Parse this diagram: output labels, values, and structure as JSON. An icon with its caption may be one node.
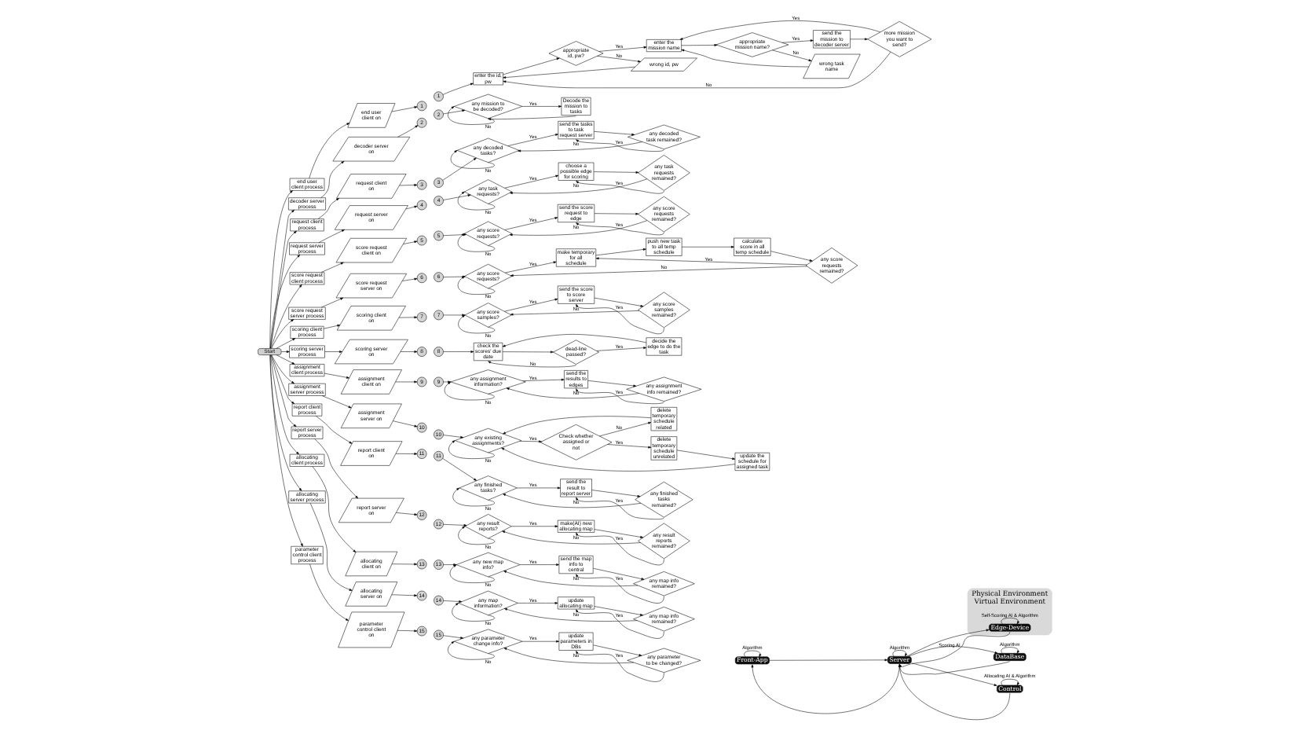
{
  "diagram": {
    "nodes": [
      {
        "text": [
          "Start"
        ]
      },
      {
        "text": [
          "end user client process"
        ]
      },
      {
        "text": [
          "decoder server process"
        ]
      },
      {
        "text": [
          "request client process"
        ]
      },
      {
        "text": [
          "request server process"
        ]
      },
      {
        "text": [
          "score request client process"
        ]
      },
      {
        "text": [
          "score request server process"
        ]
      },
      {
        "text": [
          "scoring client process"
        ]
      },
      {
        "text": [
          "scoring server process"
        ]
      },
      {
        "text": [
          "assignment client process"
        ]
      },
      {
        "text": [
          "assignment server process"
        ]
      },
      {
        "text": [
          "report client process"
        ]
      },
      {
        "text": [
          "report server process"
        ]
      },
      {
        "text": [
          "allocating client process"
        ]
      },
      {
        "text": [
          "allocating server process"
        ]
      },
      {
        "text": [
          "parameter control client process"
        ]
      },
      {
        "text": [
          "end user client on"
        ]
      },
      {
        "text": [
          "decoder server on"
        ]
      },
      {
        "text": [
          "request client on"
        ]
      },
      {
        "text": [
          "request server on"
        ]
      },
      {
        "text": [
          "score request client on"
        ]
      },
      {
        "text": [
          "score request server on"
        ]
      },
      {
        "text": [
          "scoring client on"
        ]
      },
      {
        "text": [
          "scoring server on"
        ]
      },
      {
        "text": [
          "assignment client on"
        ]
      },
      {
        "text": [
          "assignment server on"
        ]
      },
      {
        "text": [
          "report client on"
        ]
      },
      {
        "text": [
          "report server on"
        ]
      },
      {
        "text": [
          "allocating client on"
        ]
      },
      {
        "text": [
          "allocating server on"
        ]
      },
      {
        "text": [
          "parameter control client on"
        ]
      },
      {
        "text": [
          "1"
        ]
      },
      {
        "text": [
          "2"
        ]
      },
      {
        "text": [
          "3"
        ]
      },
      {
        "text": [
          "4"
        ]
      },
      {
        "text": [
          "5"
        ]
      },
      {
        "text": [
          "6"
        ]
      },
      {
        "text": [
          "7"
        ]
      },
      {
        "text": [
          "8"
        ]
      },
      {
        "text": [
          "9"
        ]
      },
      {
        "text": [
          "10"
        ]
      },
      {
        "text": [
          "11"
        ]
      },
      {
        "text": [
          "12"
        ]
      },
      {
        "text": [
          "13"
        ]
      },
      {
        "text": [
          "14"
        ]
      },
      {
        "text": [
          "15"
        ]
      },
      {
        "text": [
          "1"
        ]
      },
      {
        "text": [
          "enter the id, pw"
        ]
      },
      {
        "text": [
          "appropriate id, pw?"
        ]
      },
      {
        "text": [
          "wrong id, pw"
        ]
      },
      {
        "text": [
          "enter the mission name"
        ]
      },
      {
        "text": [
          "appropriate mission name?"
        ]
      },
      {
        "text": [
          "wrong task name"
        ]
      },
      {
        "text": [
          "send the mission to decoder server"
        ]
      },
      {
        "text": [
          "more mission you want to send?"
        ]
      },
      {
        "text": [
          "2"
        ]
      },
      {
        "text": [
          "any mission to be decoded?"
        ]
      },
      {
        "text": [
          "Decode the mission to tasks"
        ]
      },
      {
        "text": [
          "3"
        ]
      },
      {
        "text": [
          "any decoded tasks?"
        ]
      },
      {
        "text": [
          "send the tasks to task request server"
        ]
      },
      {
        "text": [
          "any decoded task remained?"
        ]
      },
      {
        "text": [
          "4"
        ]
      },
      {
        "text": [
          "any task requests?"
        ]
      },
      {
        "text": [
          "choose a possible edge for scoring"
        ]
      },
      {
        "text": [
          "any task requests remained?"
        ]
      },
      {
        "text": [
          "5"
        ]
      },
      {
        "text": [
          "any score requests?"
        ]
      },
      {
        "text": [
          "send the score request to edge"
        ]
      },
      {
        "text": [
          "any score requests remained?"
        ]
      },
      {
        "text": [
          "6"
        ]
      },
      {
        "text": [
          "any score requests?"
        ]
      },
      {
        "text": [
          "make temporary for all schedule"
        ]
      },
      {
        "text": [
          "push new task to all temp schedule"
        ]
      },
      {
        "text": [
          "calculate score in all temp schedule"
        ]
      },
      {
        "text": [
          "any score requests remained?"
        ]
      },
      {
        "text": [
          "7"
        ]
      },
      {
        "text": [
          "any score samples?"
        ]
      },
      {
        "text": [
          "send the score to score server"
        ]
      },
      {
        "text": [
          "any score samples remained?"
        ]
      },
      {
        "text": [
          "8"
        ]
      },
      {
        "text": [
          "check the scores' due date"
        ]
      },
      {
        "text": [
          "dead-line passed?"
        ]
      },
      {
        "text": [
          "decide the edge to do the task"
        ]
      },
      {
        "text": [
          "9"
        ]
      },
      {
        "text": [
          "any assignment information?"
        ]
      },
      {
        "text": [
          "send the results to edges"
        ]
      },
      {
        "text": [
          "any assignment info remained?"
        ]
      },
      {
        "text": [
          "10"
        ]
      },
      {
        "text": [
          "any existing assignments?"
        ]
      },
      {
        "text": [
          "Check whether assigned or not"
        ]
      },
      {
        "text": [
          "delete temporary schedule unrelated"
        ]
      },
      {
        "text": [
          "update the schedule for assigned task"
        ]
      },
      {
        "text": [
          "delete temporary schedule related"
        ]
      },
      {
        "text": [
          "11"
        ]
      },
      {
        "text": [
          "any finished tasks?"
        ]
      },
      {
        "text": [
          "send the result to report server"
        ]
      },
      {
        "text": [
          "any finished tasks remained?"
        ]
      },
      {
        "text": [
          "12"
        ]
      },
      {
        "text": [
          "any result reports?"
        ]
      },
      {
        "text": [
          "make(AI) new allocating map"
        ]
      },
      {
        "text": [
          "any result reports remained?"
        ]
      },
      {
        "text": [
          "13"
        ]
      },
      {
        "text": [
          "any new map info?"
        ]
      },
      {
        "text": [
          "send the map info to central"
        ]
      },
      {
        "text": [
          "any map info remained?"
        ]
      },
      {
        "text": [
          "14"
        ]
      },
      {
        "text": [
          "any map information?"
        ]
      },
      {
        "text": [
          "update allocating map"
        ]
      },
      {
        "text": [
          "any map info remained?"
        ]
      },
      {
        "text": [
          "15"
        ]
      },
      {
        "text": [
          "any parameter change info?"
        ]
      },
      {
        "text": [
          "update parameters in DBs"
        ]
      },
      {
        "text": [
          "any parameter to be changed?"
        ]
      },
      {
        "text": [
          "Physical Environment",
          "Virtual Environment"
        ]
      },
      {
        "text": [
          "Control"
        ]
      },
      {
        "text": [
          "Server"
        ]
      },
      {
        "text": [
          "Front-App"
        ]
      },
      {
        "text": [
          "DataBase"
        ]
      },
      {
        "text": [
          "Edge-Device"
        ],
        "in": 114
      }
    ],
    "edges": [
      {
        "from": 0,
        "to": 1,
        "arrow": "to"
      },
      {
        "from": 0,
        "to": 2,
        "arrow": "to"
      },
      {
        "from": 0,
        "to": 3,
        "arrow": "to"
      },
      {
        "from": 0,
        "to": 4,
        "arrow": "to"
      },
      {
        "from": 0,
        "to": 5,
        "arrow": "to"
      },
      {
        "from": 0,
        "to": 6,
        "arrow": "to"
      },
      {
        "from": 0,
        "to": 7,
        "arrow": "to"
      },
      {
        "from": 0,
        "to": 8,
        "arrow": "to"
      },
      {
        "from": 0,
        "to": 9,
        "arrow": "to"
      },
      {
        "from": 0,
        "to": 10,
        "arrow": "to"
      },
      {
        "from": 0,
        "to": 11,
        "arrow": "to"
      },
      {
        "from": 0,
        "to": 12,
        "arrow": "to"
      },
      {
        "from": 0,
        "to": 13,
        "arrow": "to"
      },
      {
        "from": 0,
        "to": 14,
        "arrow": "to"
      },
      {
        "from": 0,
        "to": 15,
        "arrow": "to"
      },
      {
        "from": 1,
        "to": 16,
        "arrow": "to"
      },
      {
        "from": 2,
        "to": 17,
        "arrow": "to"
      },
      {
        "from": 3,
        "to": 18,
        "arrow": "to"
      },
      {
        "from": 4,
        "to": 19,
        "arrow": "to"
      },
      {
        "from": 5,
        "to": 20,
        "arrow": "to"
      },
      {
        "from": 6,
        "to": 21,
        "arrow": "to"
      },
      {
        "from": 7,
        "to": 22,
        "arrow": "to"
      },
      {
        "from": 8,
        "to": 23,
        "arrow": "to"
      },
      {
        "from": 9,
        "to": 24,
        "arrow": "to"
      },
      {
        "from": 10,
        "to": 25,
        "arrow": "to"
      },
      {
        "from": 11,
        "to": 26,
        "arrow": "to"
      },
      {
        "from": 12,
        "to": 27,
        "arrow": "to"
      },
      {
        "from": 13,
        "to": 28,
        "arrow": "to"
      },
      {
        "from": 14,
        "to": 29,
        "arrow": "to"
      },
      {
        "from": 15,
        "to": 30,
        "arrow": "to"
      },
      {
        "from": 16,
        "to": 31,
        "arrow": "to"
      },
      {
        "from": 17,
        "to": 32,
        "arrow": "to"
      },
      {
        "from": 18,
        "to": 33,
        "arrow": "to"
      },
      {
        "from": 19,
        "to": 34,
        "arrow": "to"
      },
      {
        "from": 20,
        "to": 35,
        "arrow": "to"
      },
      {
        "from": 21,
        "to": 36,
        "arrow": "to"
      },
      {
        "from": 22,
        "to": 37,
        "arrow": "to"
      },
      {
        "from": 23,
        "to": 38,
        "arrow": "to"
      },
      {
        "from": 24,
        "to": 39,
        "arrow": "to"
      },
      {
        "from": 25,
        "to": 40,
        "arrow": "to"
      },
      {
        "from": 26,
        "to": 41,
        "arrow": "to"
      },
      {
        "from": 27,
        "to": 42,
        "arrow": "to"
      },
      {
        "from": 28,
        "to": 43,
        "arrow": "to"
      },
      {
        "from": 29,
        "to": 44,
        "arrow": "to"
      },
      {
        "from": 30,
        "to": 45,
        "arrow": "to"
      },
      {
        "from": 46,
        "to": 47,
        "arrow": "to"
      },
      {
        "from": 47,
        "to": 48,
        "arrow": "to"
      },
      {
        "from": 48,
        "to": 50,
        "arrow": "to",
        "label": "Yes"
      },
      {
        "from": 48,
        "to": 49,
        "arrow": "to",
        "label": "No"
      },
      {
        "from": 49,
        "to": 47,
        "arrow": "to"
      },
      {
        "from": 50,
        "to": 51,
        "arrow": "to"
      },
      {
        "from": 51,
        "to": 53,
        "arrow": "to",
        "label": "Yes"
      },
      {
        "from": 51,
        "to": 52,
        "arrow": "to",
        "label": "No"
      },
      {
        "from": 52,
        "to": 50,
        "arrow": "to"
      },
      {
        "from": 53,
        "to": 54,
        "arrow": "to"
      },
      {
        "from": 54,
        "to": 50,
        "arrow": "to",
        "label": "Yes"
      },
      {
        "from": 54,
        "to": 47,
        "arrow": "to",
        "label": "No"
      },
      {
        "from": 55,
        "to": 56,
        "arrow": "to"
      },
      {
        "from": 56,
        "to": 57,
        "arrow": "to",
        "label": "Yes"
      },
      {
        "from": 56,
        "to": 56,
        "arrow": "to",
        "label": "No"
      },
      {
        "from": 57,
        "to": 56,
        "arrow": "to"
      },
      {
        "from": 58,
        "to": 59,
        "arrow": "to"
      },
      {
        "from": 59,
        "to": 60,
        "arrow": "to",
        "label": "Yes"
      },
      {
        "from": 59,
        "to": 59,
        "arrow": "to",
        "label": "No"
      },
      {
        "from": 60,
        "to": 61,
        "arrow": "to"
      },
      {
        "from": 61,
        "to": 60,
        "arrow": "to",
        "label": "Yes"
      },
      {
        "from": 61,
        "to": 59,
        "arrow": "to",
        "label": "No"
      },
      {
        "from": 62,
        "to": 63,
        "arrow": "to"
      },
      {
        "from": 63,
        "to": 64,
        "arrow": "to",
        "label": "Yes"
      },
      {
        "from": 63,
        "to": 63,
        "arrow": "to",
        "label": "No"
      },
      {
        "from": 64,
        "to": 65,
        "arrow": "to"
      },
      {
        "from": 65,
        "to": 64,
        "arrow": "to",
        "label": "Yes"
      },
      {
        "from": 65,
        "to": 63,
        "arrow": "to",
        "label": "No"
      },
      {
        "from": 66,
        "to": 67,
        "arrow": "to"
      },
      {
        "from": 67,
        "to": 68,
        "arrow": "to",
        "label": "Yes"
      },
      {
        "from": 67,
        "to": 67,
        "arrow": "to",
        "label": "No"
      },
      {
        "from": 68,
        "to": 69,
        "arrow": "to"
      },
      {
        "from": 69,
        "to": 68,
        "arrow": "to",
        "label": "Yes"
      },
      {
        "from": 69,
        "to": 67,
        "arrow": "to",
        "label": "No"
      },
      {
        "from": 70,
        "to": 71,
        "arrow": "to"
      },
      {
        "from": 71,
        "to": 72,
        "arrow": "to",
        "label": "Yes"
      },
      {
        "from": 71,
        "to": 71,
        "arrow": "to",
        "label": "No"
      },
      {
        "from": 72,
        "to": 73,
        "arrow": "to"
      },
      {
        "from": 73,
        "to": 74,
        "arrow": "to"
      },
      {
        "from": 74,
        "to": 75,
        "arrow": "to"
      },
      {
        "from": 75,
        "to": 72,
        "arrow": "to",
        "label": "Yes"
      },
      {
        "from": 75,
        "to": 71,
        "arrow": "to",
        "label": "No"
      },
      {
        "from": 76,
        "to": 77,
        "arrow": "to"
      },
      {
        "from": 77,
        "to": 78,
        "arrow": "to",
        "label": "Yes"
      },
      {
        "from": 77,
        "to": 77,
        "arrow": "to",
        "label": "No"
      },
      {
        "from": 78,
        "to": 79,
        "arrow": "to"
      },
      {
        "from": 79,
        "to": 78,
        "arrow": "to",
        "label": "Yes"
      },
      {
        "from": 79,
        "to": 77,
        "arrow": "to",
        "label": "No"
      },
      {
        "from": 80,
        "to": 81,
        "arrow": "to"
      },
      {
        "from": 81,
        "to": 82,
        "arrow": "to"
      },
      {
        "from": 82,
        "to": 83,
        "arrow": "to",
        "label": "Yes"
      },
      {
        "from": 82,
        "to": 81,
        "arrow": "to",
        "label": "No"
      },
      {
        "from": 83,
        "to": 81,
        "arrow": "to"
      },
      {
        "from": 84,
        "to": 85,
        "arrow": "to"
      },
      {
        "from": 85,
        "to": 86,
        "arrow": "to",
        "label": "Yes"
      },
      {
        "from": 85,
        "to": 85,
        "arrow": "to",
        "label": "No"
      },
      {
        "from": 86,
        "to": 87,
        "arrow": "to"
      },
      {
        "from": 87,
        "to": 86,
        "arrow": "to",
        "label": "Yes"
      },
      {
        "from": 87,
        "to": 85,
        "arrow": "to",
        "label": "No"
      },
      {
        "from": 88,
        "to": 89,
        "arrow": "to"
      },
      {
        "from": 89,
        "to": 90,
        "arrow": "to",
        "label": "Yes"
      },
      {
        "from": 89,
        "to": 89,
        "arrow": "to",
        "label": "No"
      },
      {
        "from": 90,
        "to": 91,
        "arrow": "to",
        "label": "Yes"
      },
      {
        "from": 90,
        "to": 93,
        "arrow": "to",
        "label": "No"
      },
      {
        "from": 91,
        "to": 92,
        "arrow": "to"
      },
      {
        "from": 92,
        "to": 89,
        "arrow": "to"
      },
      {
        "from": 93,
        "to": 89,
        "arrow": "to"
      },
      {
        "from": 94,
        "to": 95,
        "arrow": "to"
      },
      {
        "from": 95,
        "to": 96,
        "arrow": "to",
        "label": "Yes"
      },
      {
        "from": 95,
        "to": 95,
        "arrow": "to",
        "label": "No"
      },
      {
        "from": 96,
        "to": 97,
        "arrow": "to"
      },
      {
        "from": 97,
        "to": 96,
        "arrow": "to",
        "label": "Yes"
      },
      {
        "from": 97,
        "to": 95,
        "arrow": "to",
        "label": "No"
      },
      {
        "from": 98,
        "to": 99,
        "arrow": "to"
      },
      {
        "from": 99,
        "to": 100,
        "arrow": "to",
        "label": "Yes"
      },
      {
        "from": 99,
        "to": 99,
        "arrow": "to",
        "label": "No"
      },
      {
        "from": 100,
        "to": 101,
        "arrow": "to"
      },
      {
        "from": 101,
        "to": 100,
        "arrow": "to",
        "label": "Yes"
      },
      {
        "from": 101,
        "to": 99,
        "arrow": "to",
        "label": "No"
      },
      {
        "from": 102,
        "to": 103,
        "arrow": "to"
      },
      {
        "from": 103,
        "to": 104,
        "arrow": "to",
        "label": "Yes"
      },
      {
        "from": 103,
        "to": 103,
        "arrow": "to",
        "label": "No"
      },
      {
        "from": 104,
        "to": 105,
        "arrow": "to"
      },
      {
        "from": 105,
        "to": 104,
        "arrow": "to",
        "label": "Yes"
      },
      {
        "from": 105,
        "to": 103,
        "arrow": "to",
        "label": "No"
      },
      {
        "from": 106,
        "to": 107,
        "arrow": "to"
      },
      {
        "from": 107,
        "to": 108,
        "arrow": "to",
        "label": "Yes"
      },
      {
        "from": 107,
        "to": 107,
        "arrow": "to",
        "label": "No"
      },
      {
        "from": 108,
        "to": 109,
        "arrow": "to"
      },
      {
        "from": 109,
        "to": 108,
        "arrow": "to",
        "label": "Yes"
      },
      {
        "from": 109,
        "to": 107,
        "arrow": "to",
        "label": "No"
      },
      {
        "from": 110,
        "to": 111,
        "arrow": "to"
      },
      {
        "from": 111,
        "to": 112,
        "arrow": "to",
        "label": "Yes"
      },
      {
        "from": 111,
        "to": 111,
        "arrow": "to",
        "label": "No"
      },
      {
        "from": 112,
        "to": 113,
        "arrow": "to"
      },
      {
        "from": 113,
        "to": 112,
        "arrow": "to",
        "label": "Yes"
      },
      {
        "from": 113,
        "to": 111,
        "arrow": "to",
        "label": "No"
      },
      {
        "from": 115,
        "to": 115,
        "arrow": "to",
        "label": "Allocating AI & Algorithm"
      },
      {
        "from": 116,
        "to": 115,
        "arrow": "to"
      },
      {
        "from": 115,
        "to": 116,
        "arrow": "to"
      },
      {
        "from": 116,
        "to": 116,
        "arrow": "to",
        "label": "Algorithm"
      },
      {
        "from": 117,
        "to": 117,
        "arrow": "to",
        "label": "Algorithm"
      },
      {
        "from": 117,
        "to": 116,
        "arrow": "to"
      },
      {
        "from": 116,
        "to": 117,
        "arrow": "to"
      },
      {
        "from": 116,
        "to": 118,
        "arrow": "to"
      },
      {
        "from": 118,
        "to": 116,
        "arrow": "to"
      },
      {
        "from": 118,
        "to": 118,
        "arrow": "to",
        "label": "Algorithm"
      },
      {
        "from": 116,
        "to": 119,
        "arrow": "to"
      },
      {
        "from": 119,
        "to": 116,
        "arrow": "to",
        "label": "Scoring AI"
      },
      {
        "from": 119,
        "to": 119,
        "arrow": "to",
        "label": "Self-Scoring AI & Algorithm"
      }
    ]
  }
}
